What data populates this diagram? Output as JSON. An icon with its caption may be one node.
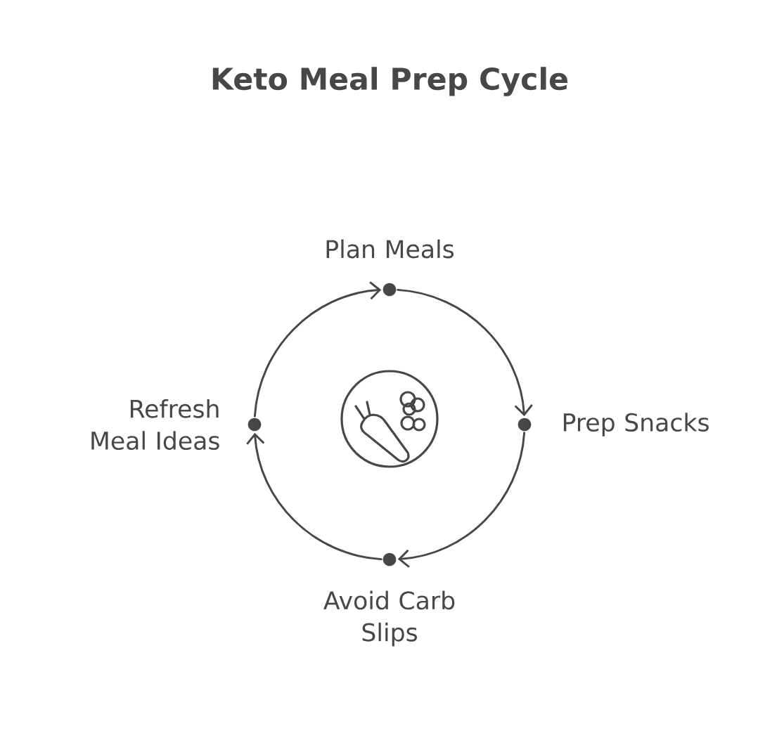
{
  "diagram": {
    "title": "Keto Meal Prep Cycle",
    "nodes": [
      {
        "text": [],
        "shape": "circle",
        "beside": [
          "Plan Meals"
        ]
      },
      {
        "text": [],
        "shape": "circle",
        "beside": [
          "Prep Snacks"
        ]
      },
      {
        "text": [],
        "shape": "circle",
        "beside": [
          "Avoid Carb Slips"
        ]
      },
      {
        "text": [],
        "shape": "circle",
        "beside": [
          "Refresh Meal Ideas"
        ]
      }
    ],
    "edges": [
      {
        "from": 3,
        "to": 0,
        "arrow": "to"
      },
      {
        "from": 0,
        "to": 1,
        "arrow": "to"
      },
      {
        "from": 1,
        "to": 2,
        "arrow": "to"
      },
      {
        "from": 2,
        "to": 3,
        "arrow": "to"
      }
    ]
  }
}
